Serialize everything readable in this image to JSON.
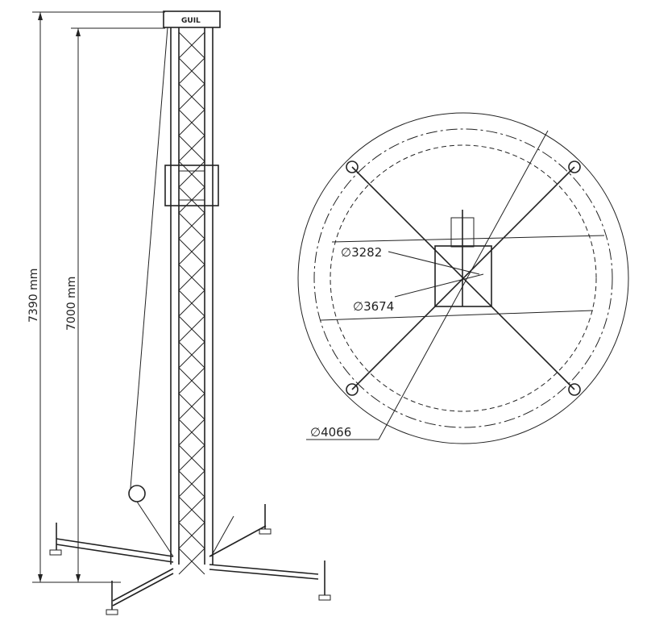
{
  "side_view": {
    "logo": "GUIL",
    "dim_total_height": "7390 mm",
    "dim_working_height": "7000 mm"
  },
  "top_view": {
    "dim_inner_circle": "∅3282",
    "dim_middle_circle": "∅3674",
    "dim_outer_circle": "∅4066"
  },
  "colors": {
    "line": "#222222",
    "background": "#ffffff"
  }
}
